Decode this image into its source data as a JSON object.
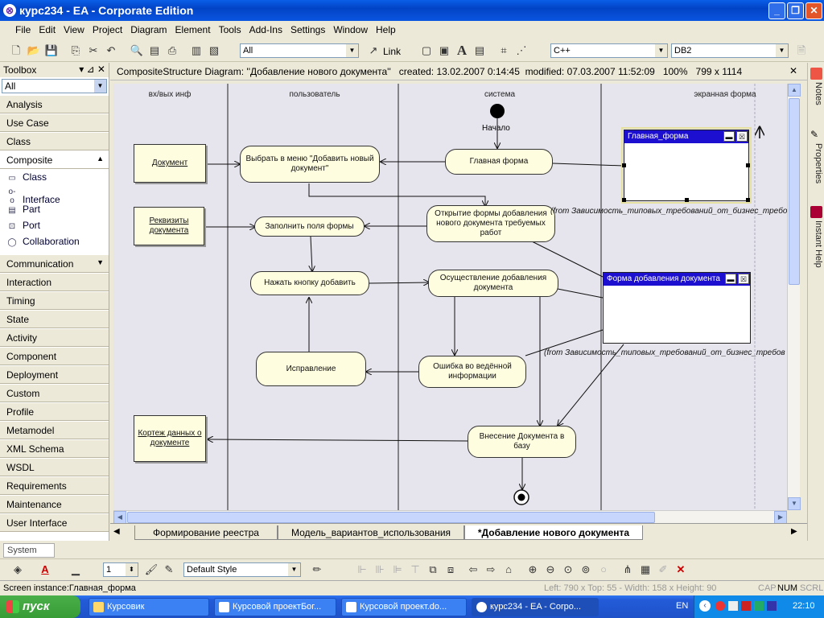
{
  "window": {
    "title": "курс234 - EA - Corporate Edition",
    "app_icon": "ea-app-icon"
  },
  "menu": [
    "File",
    "Edit",
    "View",
    "Project",
    "Diagram",
    "Element",
    "Tools",
    "Add-Ins",
    "Settings",
    "Window",
    "Help"
  ],
  "toolbar": {
    "filter_value": "All",
    "link_label": "Link",
    "language_value": "C++",
    "db_value": "DB2"
  },
  "toolbox": {
    "title": "Toolbox",
    "filter_value": "All",
    "categories_top": [
      "Analysis",
      "Use Case",
      "Class"
    ],
    "composite": {
      "label": "Composite",
      "items": [
        "Class",
        "Interface",
        "Part",
        "Port",
        "Collaboration"
      ]
    },
    "categories_bottom": [
      "Communication",
      "Interaction",
      "Timing",
      "State",
      "Activity",
      "Component",
      "Deployment",
      "Custom",
      "Profile",
      "Metamodel",
      "XML Schema",
      "WSDL",
      "Requirements",
      "Maintenance",
      "User Interface"
    ]
  },
  "diagram_header": {
    "type": "CompositeStructure Diagram:",
    "name": "''Добавление нового документа''",
    "created": "created: 13.02.2007 0:14:45",
    "modified": "modified: 07.03.2007 11:52:09",
    "zoom": "100%",
    "size": "799 x 1114"
  },
  "diagram": {
    "lanes": [
      "вх/вых инф",
      "пользователь",
      "система",
      "экранная форма"
    ],
    "start_label": "Начало",
    "objects": {
      "doc": "Документ",
      "requisites": "Реквизиты документа",
      "tuple": "Кортеж данных о документе"
    },
    "activities": {
      "select_menu": "Выбрать в меню \"Добавить новый документ\"",
      "main_form": "Главная форма",
      "open_form": "Открытие формы добавления нового документа требуемых работ",
      "fill_fields": "Заполнить поля формы",
      "press_add": "Нажать кнопку добавить",
      "perform_add": "Осуществление добавления документа",
      "fix": "Исправление",
      "error": "Ошибка во ведённой информации",
      "insert_db": "Внесение Документа в базу"
    },
    "forms": {
      "main": "Главная_форма",
      "add": "Форма добавления документа"
    },
    "notes": {
      "from1": "(from Зависимость_типовых_требований_от_бизнес_требов",
      "from2": "(from Зависимость_типовых_требований_от_бизнес_требов"
    }
  },
  "right_tabs": [
    "Notes",
    "Properties",
    "Instant Help"
  ],
  "tabs": [
    "Формирование реестра",
    "Модель_вариантов_использования",
    "*Добавление нового документа"
  ],
  "bottom": {
    "system_label": "System",
    "line_width": "1",
    "style_value": "Default Style"
  },
  "status": {
    "text": "Screen instance:Главная_форма",
    "left": "Left:  790 x Top:   55 - Width:  158 x Height:   90",
    "cap": "CAP",
    "num": "NUM",
    "scrl": "SCRL"
  },
  "taskbar": {
    "start": "пуск",
    "tasks": [
      "Курсовик",
      "Курсовой проектБог...",
      "Курсовой проект.do...",
      "курс234 - EA - Corpo..."
    ],
    "lang": "EN",
    "clock": "22:10"
  }
}
